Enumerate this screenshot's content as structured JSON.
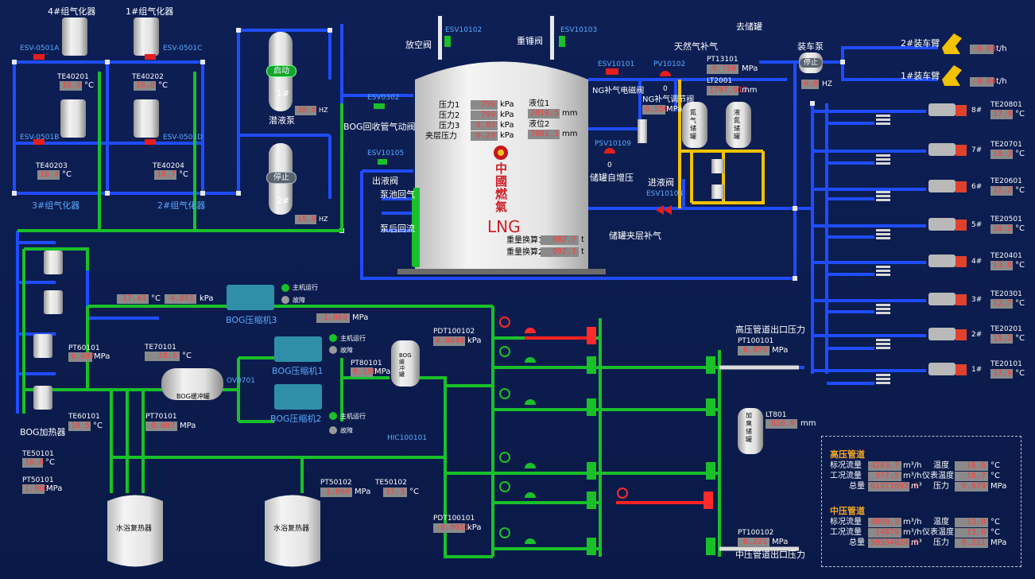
{
  "gasifiers": {
    "g4": "4#组气化器",
    "g1": "1#组气化器",
    "g3": "3#组气化器",
    "g2": "2#组气化器",
    "esv_0501a": "ESV-0501A",
    "esv_0501c": "ESV-0501C",
    "esv_0501b": "ESV-0501B",
    "esv_0501d": "ESV-0501D",
    "te40201": {
      "tag": "TE40201",
      "value": "16.9",
      "unit": "°C"
    },
    "te40202": {
      "tag": "TE40202",
      "value": "16.8",
      "unit": "°C"
    },
    "te40203": {
      "tag": "TE40203",
      "value": "16.4",
      "unit": "°C"
    },
    "te40204": {
      "tag": "TE40204",
      "value": "16.7",
      "unit": "°C"
    }
  },
  "pumps": {
    "p1_status": "启动",
    "p1_name": "1#",
    "p1_hz": "30.0",
    "p2_status": "停止",
    "p2_name": "2#",
    "p2_hz": "15.0",
    "hz_unit": "HZ",
    "title": "潜液泵"
  },
  "tank": {
    "esv10102": "ESV10102",
    "vent_valve": "放空阀",
    "esv10103": "ESV10103",
    "heavy_valve": "重锤阀",
    "esv0302": "ESV0302",
    "bog_valve": "BOG回收管气动阀",
    "esv10105": "ESV10105",
    "out_valve": "出液阀",
    "pool_return": "泵池回气",
    "pump_return": "泵后回流",
    "p1_label": "压力1",
    "p1": "799",
    "p2_label": "压力2",
    "p2": "799",
    "p3_label": "压力3",
    "p3": "8.03",
    "jp_label": "夹层压力",
    "jp": "0.29",
    "kpa": "kPa",
    "l1_label": "液位1",
    "l1": "7019.5",
    "l2_label": "液位2",
    "l2": "7081.1",
    "mm": "mm",
    "brand": "中國燃氣",
    "lng": "LNG",
    "w1_label": "重量换算1",
    "w1": "982.7",
    "w2_label": "重量换算2",
    "w2": "992.1",
    "t": "t"
  },
  "ng": {
    "esv10101": "ESV10101",
    "pv10102": "PV10102",
    "ng_solenoid": "NG补气电磁阀",
    "ng_reg": "NG补气调节阀",
    "reg_val": "0.550",
    "reg_unit": "MPa",
    "pv_zero1": "0",
    "pv_zero2": "0",
    "psv10109": "PSV10109",
    "self_boost": "储罐自增压",
    "natural_gas": "天然气补气",
    "pt13101": "PT13101",
    "pt13101_val": "0.750",
    "pt13101_unit": "MPa",
    "lt2001": "LT2001",
    "lt2001_val": "1797.917",
    "lt2001_unit": "mm",
    "n2_tank": "氮气储罐",
    "liq_n2": "液氮储罐",
    "inlet_valve": "进液阀",
    "esv10104": "ESV10104",
    "jacket_gas": "储罐夹层补气",
    "to_tank": "去储罐",
    "load_pump": "装车泵",
    "load_status": "停止",
    "load_hz": "0.0",
    "load_hz_unit": "HZ"
  },
  "arms": {
    "arm2": "2#装车臂",
    "arm2_val": "-0.03",
    "arm1": "1#装车臂",
    "arm1_val": "-0.04",
    "unit": "t/h"
  },
  "trucks": [
    {
      "num": "8#",
      "tag": "TE20801",
      "value": "17.9"
    },
    {
      "num": "7#",
      "tag": "TE20701",
      "value": "18.3"
    },
    {
      "num": "6#",
      "tag": "TE20601",
      "value": "12.2"
    },
    {
      "num": "5#",
      "tag": "TE20501",
      "value": "18.2"
    },
    {
      "num": "4#",
      "tag": "TE20401",
      "value": "13.8"
    },
    {
      "num": "3#",
      "tag": "TE20301",
      "value": "12.7"
    },
    {
      "num": "2#",
      "tag": "TE20201",
      "value": "15.2"
    },
    {
      "num": "1#",
      "tag": "TE20101",
      "value": "17.9"
    }
  ],
  "truck_unit": "°C",
  "bog": {
    "c3_temp": "17.43",
    "c3_temp_unit": "°C",
    "c3_press": "4.861",
    "c3_press_unit": "kPa",
    "c3_name": "BOG压缩机3",
    "c3_out": "1.069",
    "c3_out_unit": "MPa",
    "run": "主机运行",
    "fault": "故障",
    "c1_name": "BOG压缩机1",
    "c2_name": "BOG压缩机2",
    "pt60101": "PT60101",
    "pt60101_val": "0.007",
    "mpa": "MPa",
    "te70101": "TE70101",
    "te70101_val": "18.6",
    "degc": "°C",
    "buffer": "BOG缓冲罐",
    "ov0701": "OV0701",
    "pt70101": "PT70101",
    "pt70101_val": "0.007",
    "pt80101": "PT80101",
    "pt80101_val": "0.198",
    "vbuffer": "BOG缓冲罐",
    "te60101": "TE60101",
    "te60101_val": "18.5",
    "heater": "BOG加热器",
    "te50101": "TE50101",
    "te50101_val": "16.8",
    "pt50101": "PT50101",
    "pt50101_val": "1.063",
    "pt50102": "PT50102",
    "pt50102_val": "1.064",
    "te50102": "TE50102",
    "te50102_val": "17.3",
    "hic100101": "HIC100101",
    "water_heater1": "水浴复热器",
    "water_heater2": "水浴复热器"
  },
  "pdt": {
    "pdt100102": "PDT100102",
    "pdt100102_val": "0.0048",
    "kpa": "kPa",
    "pdt100101": "PDT100101",
    "pdt100101_val": "-0.0011"
  },
  "outlet": {
    "hp_title": "高压管道出口压力",
    "pt100101": "PT100101",
    "pt100101_val": "0.979",
    "mpa": "MPa",
    "odor": "加臭储罐",
    "lt801": "LT801",
    "lt801_val": "816.0",
    "mm": "mm",
    "pt100102": "PT100102",
    "pt100102_val": "0.221",
    "mp_title": "中压管道出口压力"
  },
  "panel": {
    "hp": "高压管道",
    "mp": "中压管道",
    "std_flow": "标况流量",
    "work_flow": "工况流量",
    "total": "总量",
    "temp": "温度",
    "meter_temp": "仪表温度",
    "press": "压力",
    "hp_std": "4263.7",
    "hp_work": "377.5",
    "hp_total": "61971692.0",
    "hp_temp": "18.6",
    "hp_mtemp": "18.7",
    "hp_press": "0.979",
    "mp_std": "4898.3",
    "mp_work": "14879",
    "mp_total": "59954024.0",
    "mp_temp": "13.0",
    "mp_mtemp": "13.6",
    "mp_press": "0.221",
    "m3h": "m³/h",
    "m3": "m³",
    "degc": "°C",
    "mpa": "MPa"
  }
}
